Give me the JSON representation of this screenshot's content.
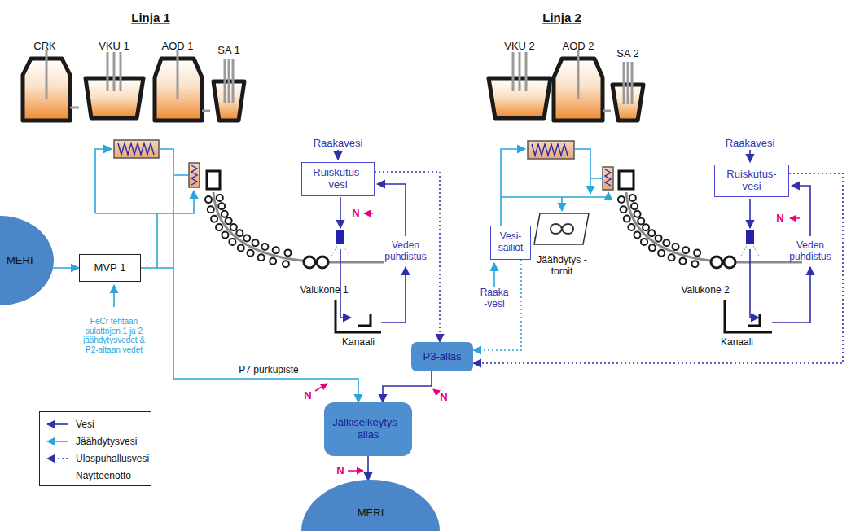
{
  "diagram": {
    "nodes": [
      {
        "text": [
          "MERI"
        ]
      },
      {
        "text": [
          "MVP 1"
        ]
      },
      {
        "text": [
          "Ruiskutus- vesi"
        ]
      },
      {
        "text": [
          "Vesi- säiliöt"
        ]
      },
      {
        "text": [
          "Ruiskutus- vesi"
        ]
      },
      {
        "text": [
          "P3-allas"
        ]
      },
      {
        "text": [
          "Jälkiselkeytys -allas"
        ]
      },
      {
        "text": [
          "MERI"
        ]
      }
    ],
    "edges": [
      {
        "from": 0,
        "to": 1,
        "arrow": "to"
      },
      {
        "from": 1,
        "to": 6,
        "arrow": "to",
        "label": "P7 purkupiste"
      },
      {
        "from": 2,
        "to": 5,
        "arrow": "to"
      },
      {
        "from": 3,
        "to": 5,
        "arrow": "to"
      },
      {
        "from": 4,
        "to": 5,
        "arrow": "to"
      },
      {
        "from": 5,
        "to": 6,
        "arrow": "to"
      },
      {
        "from": 6,
        "to": 7,
        "arrow": "to"
      }
    ],
    "labels": [
      "Linja 1",
      "Linja 2",
      "CRK",
      "VKU 1",
      "AOD 1",
      "SA 1",
      "VKU 2",
      "AOD 2",
      "SA 2",
      "Raakavesi",
      "N",
      "Veden puhdistus",
      "Valukone 1",
      "Kanaali",
      "FeCr tehtaan sulattojen 1 ja 2 jäähdytysvedet & P2-altaan vedet",
      "Raakavesi",
      "N",
      "Veden puhdistus",
      "Valukone 2",
      "Kanaali",
      "Raaka -vesi",
      "Jäähdytys -tornit",
      "N",
      "N",
      "N",
      "N"
    ],
    "legend": [
      {
        "text": "Vesi"
      },
      {
        "text": "Jäähdytysvesi"
      },
      {
        "text": "Ulospuhallusvesi"
      },
      {
        "text": "Näytteenotto"
      }
    ]
  }
}
